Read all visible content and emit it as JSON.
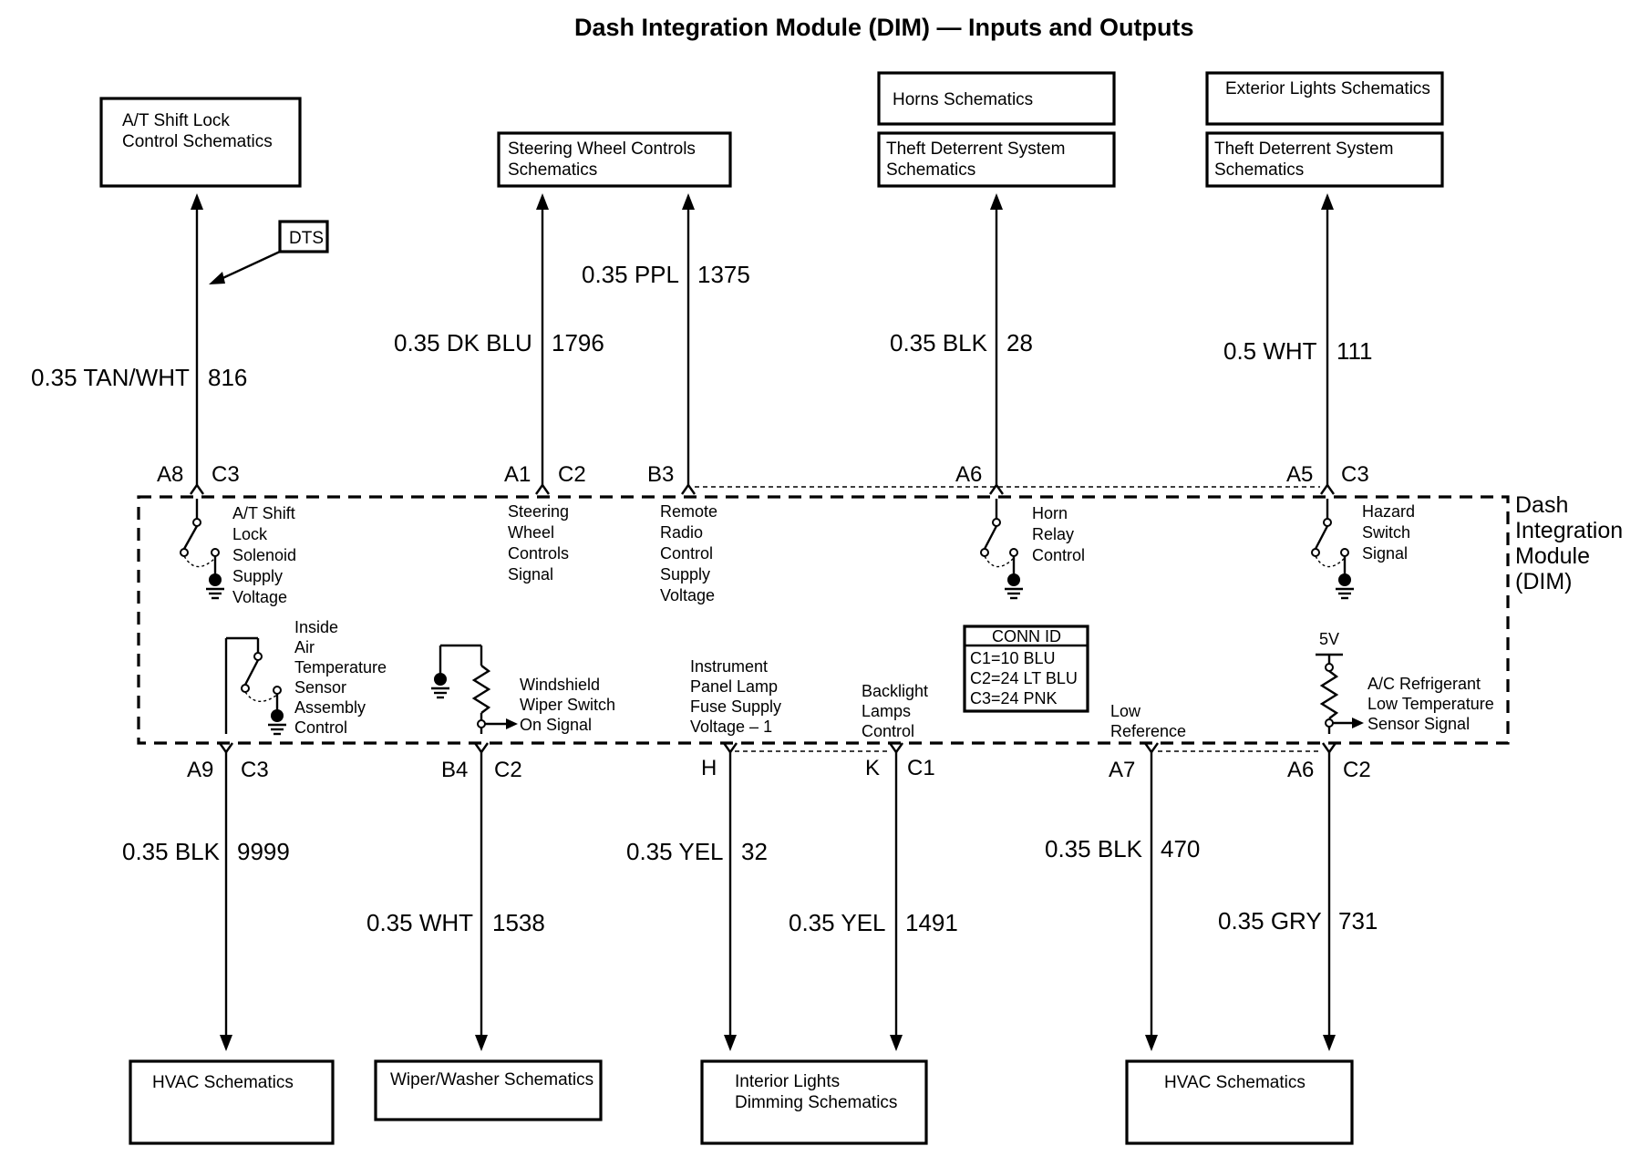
{
  "title": "Dash Integration Module (DIM) — Inputs and Outputs",
  "module": {
    "lines": [
      "Dash",
      "Integration",
      "Module",
      "(DIM)"
    ]
  },
  "connector_id": {
    "heading": "CONN ID",
    "rows": [
      "C1=10 BLU",
      "C2=24 LT BLU",
      "C3=24 PNK"
    ]
  },
  "dts_label": "DTS",
  "ground_ref_label": "5V",
  "top_boxes": [
    {
      "lines": [
        "A/T Shift Lock",
        "Control Schematics"
      ]
    },
    {
      "lines": [
        "Steering Wheel Controls",
        "Schematics"
      ]
    },
    {
      "lines": [
        "Horns Schematics"
      ]
    },
    {
      "lines": [
        "Theft Deterrent System",
        "Schematics"
      ]
    },
    {
      "lines": [
        "Exterior Lights Schematics"
      ]
    },
    {
      "lines": [
        "Theft Deterrent System",
        "Schematics"
      ]
    }
  ],
  "bottom_boxes": [
    {
      "lines": [
        "HVAC Schematics"
      ]
    },
    {
      "lines": [
        "Wiper/Washer Schematics"
      ]
    },
    {
      "lines": [
        "Interior Lights",
        "Dimming Schematics"
      ]
    },
    {
      "lines": [
        "HVAC Schematics"
      ]
    }
  ],
  "top_wires": [
    {
      "wire": "0.35 TAN/WHT",
      "circuit": "816",
      "pin": "A8",
      "connector": "C3",
      "signal": [
        "A/T Shift",
        "Lock",
        "Solenoid",
        "Supply",
        "Voltage"
      ]
    },
    {
      "wire": "0.35 DK BLU",
      "circuit": "1796",
      "pin": "A1",
      "connector": "C2",
      "signal": [
        "Steering",
        "Wheel",
        "Controls",
        "Signal"
      ]
    },
    {
      "wire": "0.35 PPL",
      "circuit": "1375",
      "pin": "B3",
      "connector": "",
      "signal": [
        "Remote",
        "Radio",
        "Control",
        "Supply",
        "Voltage"
      ]
    },
    {
      "wire": "0.35 BLK",
      "circuit": "28",
      "pin": "A6",
      "connector": "",
      "signal": [
        "Horn",
        "Relay",
        "Control"
      ]
    },
    {
      "wire": "0.5 WHT",
      "circuit": "111",
      "pin": "A5",
      "connector": "C3",
      "signal": [
        "Hazard",
        "Switch",
        "Signal"
      ]
    }
  ],
  "bottom_wires": [
    {
      "wire": "0.35 BLK",
      "circuit": "9999",
      "pin": "A9",
      "connector": "C3",
      "signal": [
        "Inside",
        "Air",
        "Temperature",
        "Sensor",
        "Assembly",
        "Control"
      ]
    },
    {
      "wire": "0.35 WHT",
      "circuit": "1538",
      "pin": "B4",
      "connector": "C2",
      "signal": [
        "Windshield",
        "Wiper Switch",
        "On Signal"
      ]
    },
    {
      "wire": "0.35 YEL",
      "circuit": "32",
      "pin": "H",
      "connector": "",
      "signal": [
        "Instrument",
        "Panel Lamp",
        "Fuse Supply",
        "Voltage – 1"
      ]
    },
    {
      "wire": "0.35 YEL",
      "circuit": "1491",
      "pin": "K",
      "connector": "C1",
      "signal": [
        "Backlight",
        "Lamps",
        "Control"
      ]
    },
    {
      "wire": "0.35 BLK",
      "circuit": "470",
      "pin": "A7",
      "connector": "",
      "signal": [
        "Low",
        "Reference"
      ]
    },
    {
      "wire": "0.35 GRY",
      "circuit": "731",
      "pin": "A6",
      "connector": "C2",
      "signal": [
        "A/C Refrigerant",
        "Low Temperature",
        "Sensor Signal"
      ]
    }
  ]
}
